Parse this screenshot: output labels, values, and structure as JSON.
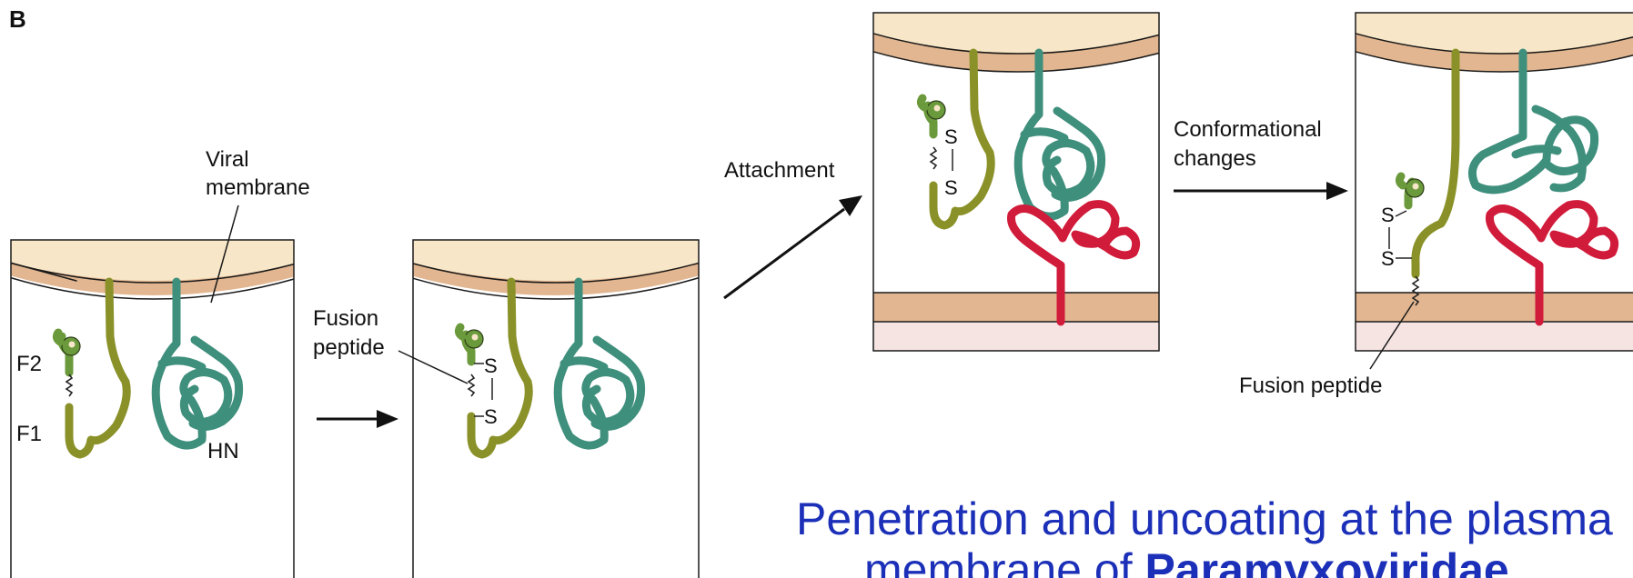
{
  "panel_letter": "B",
  "labels": {
    "viral_membrane_line1": "Viral",
    "viral_membrane_line2": "membrane",
    "f2": "F2",
    "f1": "F1",
    "hn": "HN",
    "fusion_peptide_line1": "Fusion",
    "fusion_peptide_line2": "peptide",
    "attachment": "Attachment",
    "conformational_line1": "Conformational",
    "conformational_line2": "changes",
    "fusion_peptide_bottom": "Fusion peptide",
    "disulfide_s": "S"
  },
  "caption": {
    "line1": "Penetration and uncoating at the plasma",
    "line2_prefix": "membrane of ",
    "line2_bold": "Paramyxoviridae"
  },
  "colors": {
    "viral_membrane_fill": "#f7e6c7",
    "membrane_band": "#e2b690",
    "cell_membrane_fill": "#f5e4e2",
    "f_protein": "#8a9128",
    "f2_protein": "#6b9a3c",
    "hn_protein": "#3f8f7d",
    "receptor": "#d11b3a",
    "caption_text": "#1b2fb8"
  }
}
